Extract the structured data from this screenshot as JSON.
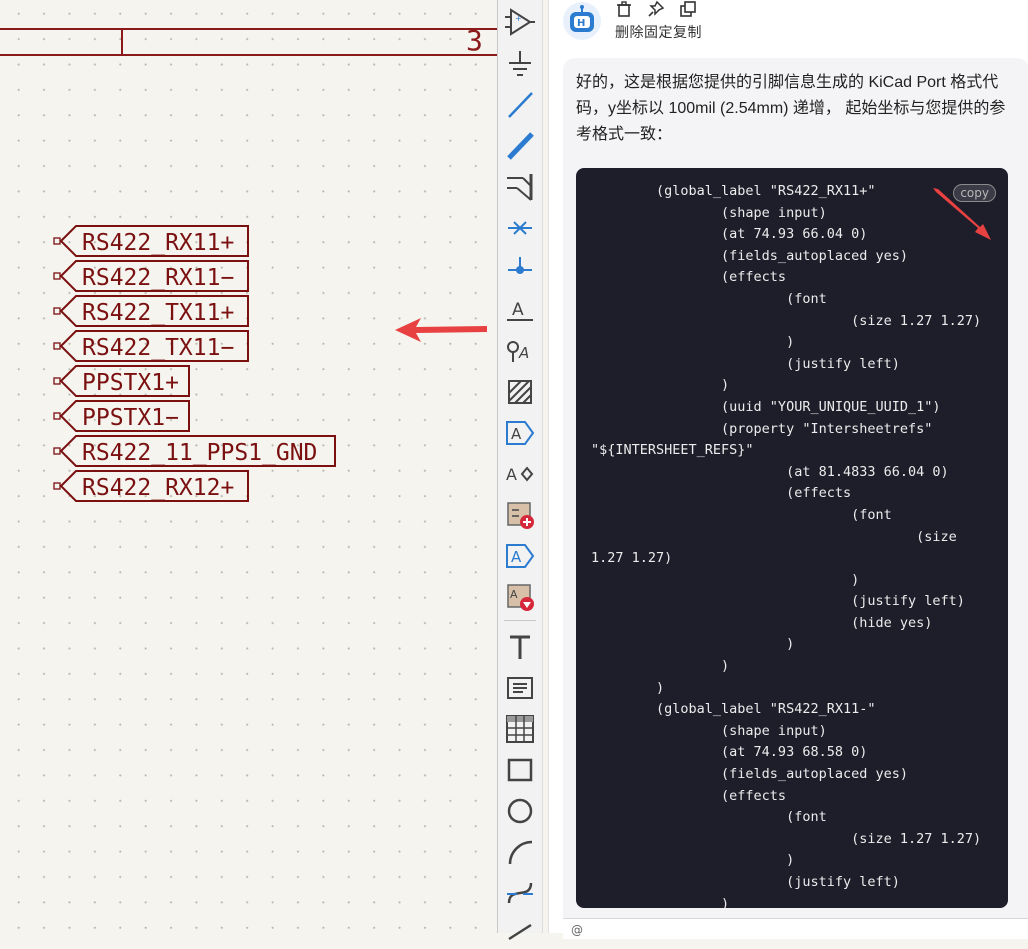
{
  "schematic": {
    "sheet_number": "3",
    "labels": [
      {
        "text": "RS422_RX11+"
      },
      {
        "text": "RS422_RX11−"
      },
      {
        "text": "RS422_TX11+"
      },
      {
        "text": "RS422_TX11−"
      },
      {
        "text": "PPSTX1+"
      },
      {
        "text": "PPSTX1−"
      },
      {
        "text": "RS422_11_PPS1_GND"
      },
      {
        "text": "RS422_RX12+"
      }
    ],
    "label_color": "#7a1010"
  },
  "toolbar": {
    "tools": [
      "add-symbol-icon",
      "add-power-icon",
      "add-wire-icon",
      "add-bus-icon",
      "add-bus-entry-icon",
      "add-no-connect-icon",
      "add-junction-icon",
      "add-net-label-icon",
      "add-class-directive-icon",
      "add-rule-area-icon",
      "add-global-label-icon",
      "add-hier-label-icon",
      "add-sheet-icon",
      "add-hier-pin-icon",
      "import-sheet-pin-icon",
      "add-text-icon",
      "add-textbox-icon",
      "add-table-icon",
      "add-rectangle-icon",
      "add-circle-icon",
      "add-arc-icon",
      "add-bezier-icon",
      "add-line-icon"
    ]
  },
  "chat": {
    "actions_label": "删除固定复制",
    "intro_text": "好的，这是根据您提供的引脚信息生成的 KiCad Port 格式代码，y坐标以 100mil (2.54mm) 递增， 起始坐标与您提供的参考格式一致：",
    "copy_label": "copy",
    "code": "\t(global_label \"RS422_RX11+\"\n\t\t(shape input)\n\t\t(at 74.93 66.04 0)\n\t\t(fields_autoplaced yes)\n\t\t(effects\n\t\t\t(font\n\t\t\t\t(size 1.27 1.27)\n\t\t\t)\n\t\t\t(justify left)\n\t\t)\n\t\t(uuid \"YOUR_UNIQUE_UUID_1\")\n\t\t(property \"Intersheetrefs\"\n\"${INTERSHEET_REFS}\"\n\t\t\t(at 81.4833 66.04 0)\n\t\t\t(effects\n\t\t\t\t(font\n\t\t\t\t\t(size\n1.27 1.27)\n\t\t\t\t)\n\t\t\t\t(justify left)\n\t\t\t\t(hide yes)\n\t\t\t)\n\t\t)\n\t)\n\t(global_label \"RS422_RX11-\"\n\t\t(shape input)\n\t\t(at 74.93 68.58 0)\n\t\t(fields_autoplaced yes)\n\t\t(effects\n\t\t\t(font\n\t\t\t\t(size 1.27 1.27)\n\t\t\t)\n\t\t\t(justify left)\n\t\t)",
    "accent_color": "#e84141"
  }
}
